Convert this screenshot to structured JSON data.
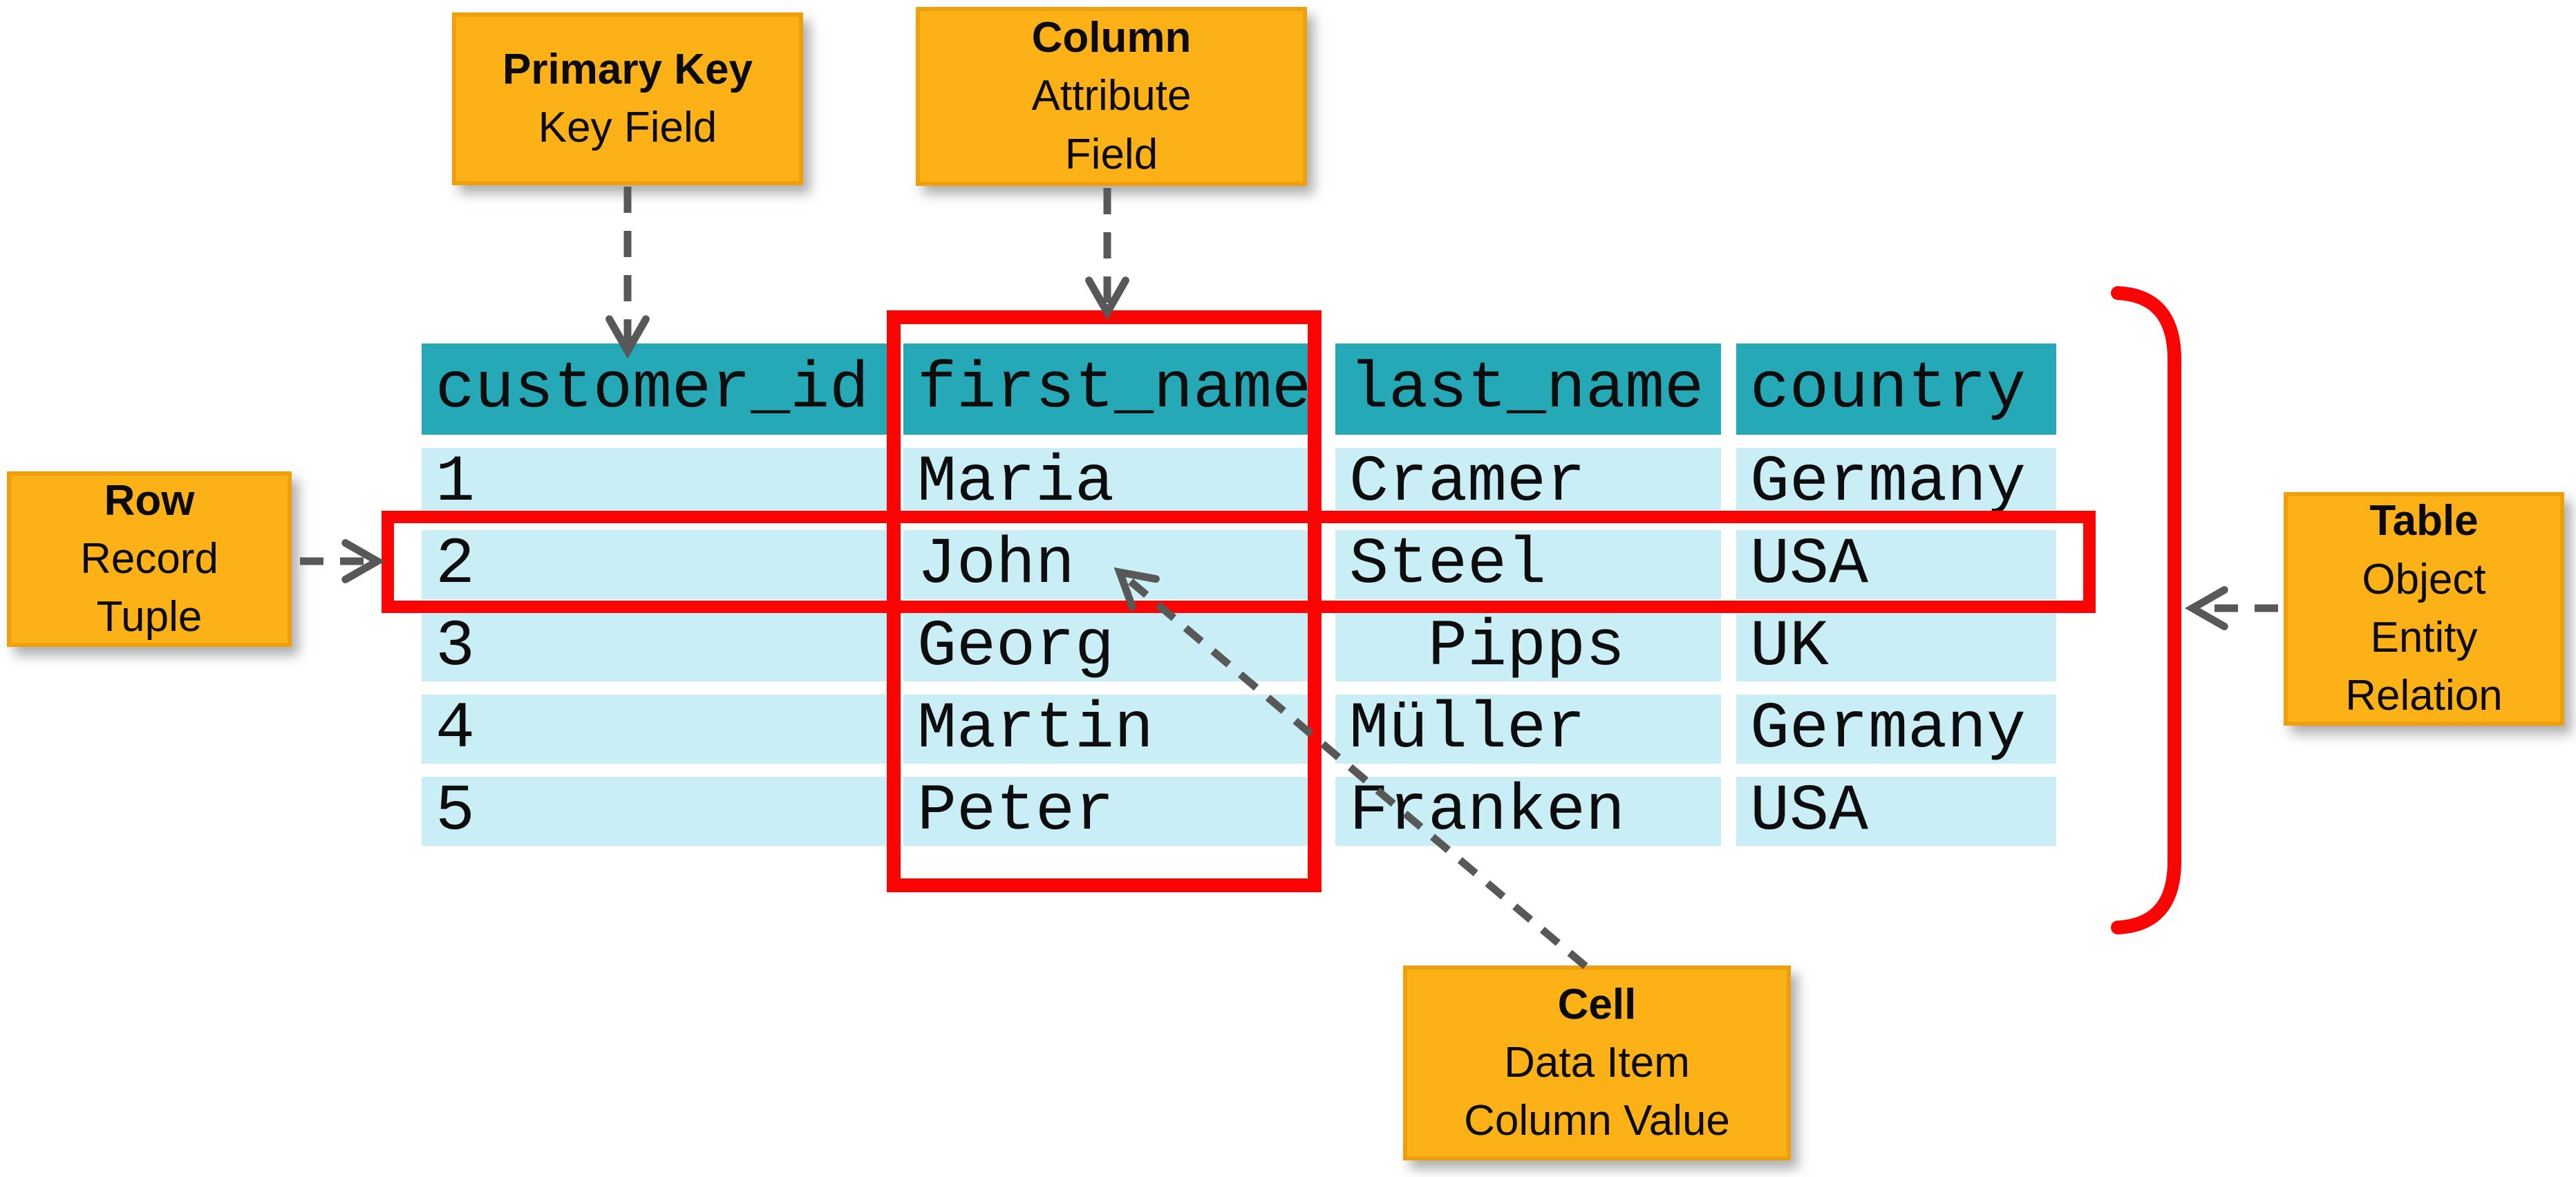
{
  "colors": {
    "background": "#ffffff",
    "orange": "#FCB116",
    "orange_border": "#EDA00C",
    "teal_header": "#26A9B6",
    "cyan_row": "#C9EEF5",
    "highlight_red": "#FB0404",
    "arrow_gray": "#585858",
    "text": "#0d0d0d"
  },
  "callouts": {
    "primary_key": {
      "title": "Primary Key",
      "line1": "Key Field"
    },
    "column": {
      "title": "Column",
      "line1": "Attribute",
      "line2": "Field"
    },
    "row": {
      "title": "Row",
      "line1": "Record",
      "line2": "Tuple"
    },
    "table": {
      "title": "Table",
      "line1": "Object",
      "line2": "Entity",
      "line3": "Relation"
    },
    "cell": {
      "title": "Cell",
      "line1": "Data Item",
      "line2": "Column Value"
    }
  },
  "table": {
    "columns": [
      "customer_id",
      "first_name",
      "last_name",
      "country"
    ],
    "rows": [
      [
        "1",
        "Maria",
        "Cramer",
        "Germany"
      ],
      [
        "2",
        "John",
        "Steel",
        "USA"
      ],
      [
        "3",
        "Georg",
        "  Pipps",
        "UK"
      ],
      [
        "4",
        "Martin",
        "Müller",
        "Germany"
      ],
      [
        "5",
        "Peter",
        "Franken",
        "USA"
      ]
    ],
    "highlighted_column": "first_name",
    "highlighted_row": "2"
  }
}
